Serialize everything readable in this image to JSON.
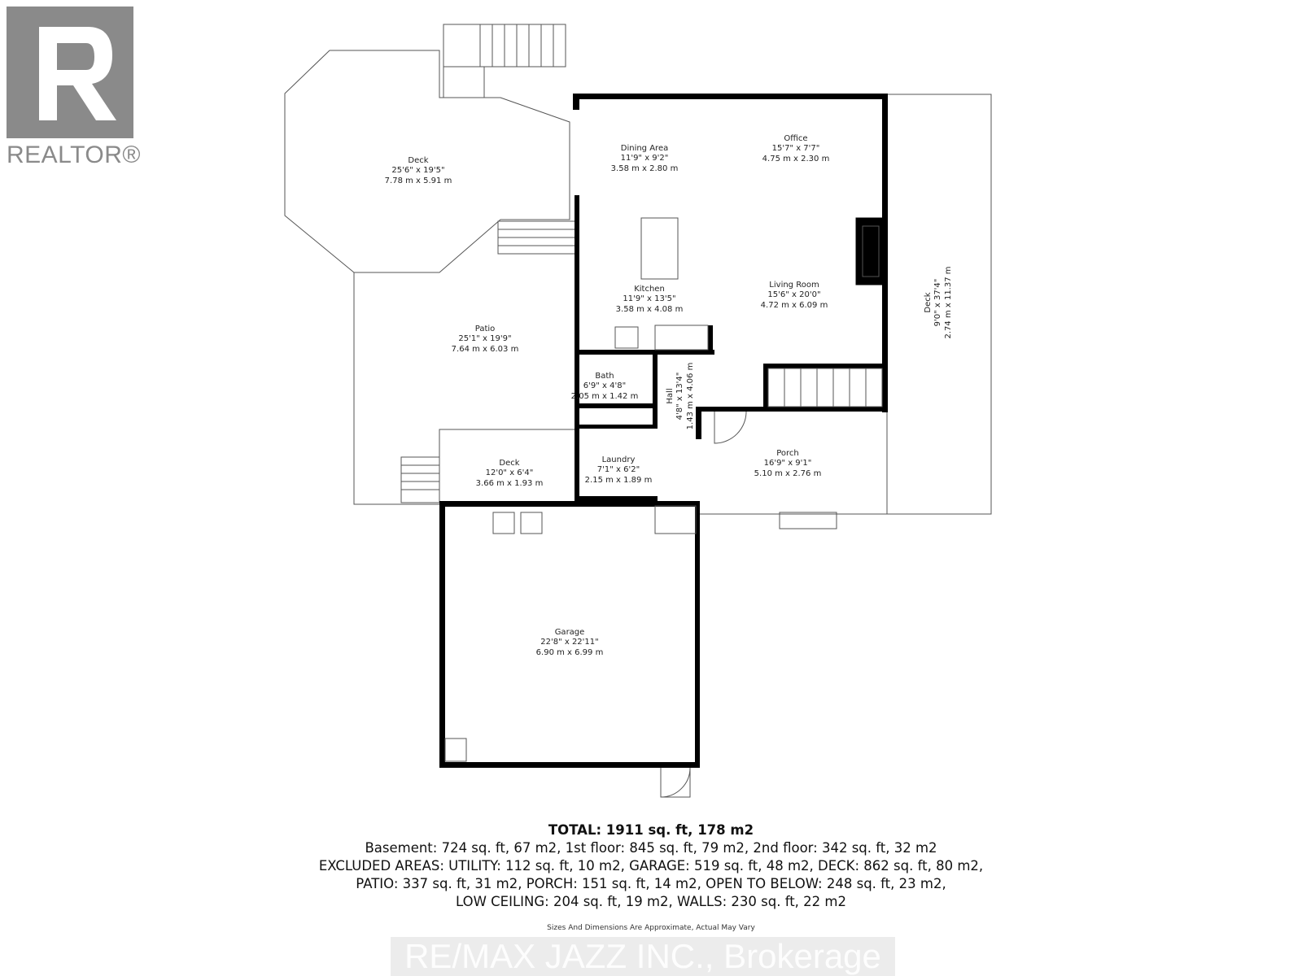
{
  "logo": {
    "text": "REALTOR®"
  },
  "rooms": {
    "deck_octagon": {
      "name": "Deck",
      "ft": "25'6\" x 19'5\"",
      "m": "7.78 m x 5.91 m"
    },
    "dining": {
      "name": "Dining Area",
      "ft": "11'9\" x 9'2\"",
      "m": "3.58 m x 2.80 m"
    },
    "office": {
      "name": "Office",
      "ft": "15'7\" x 7'7\"",
      "m": "4.75 m x 2.30 m"
    },
    "kitchen": {
      "name": "Kitchen",
      "ft": "11'9\" x 13'5\"",
      "m": "3.58 m x 4.08 m"
    },
    "living": {
      "name": "Living Room",
      "ft": "15'6\" x 20'0\"",
      "m": "4.72 m x 6.09 m"
    },
    "deck_right": {
      "name": "Deck",
      "ft": "9'0\" x 37'4\"",
      "m": "2.74 m x 11.37 m"
    },
    "patio": {
      "name": "Patio",
      "ft": "25'1\" x 19'9\"",
      "m": "7.64 m x 6.03 m"
    },
    "bath": {
      "name": "Bath",
      "ft": "6'9\" x 4'8\"",
      "m": "2.05 m x 1.42 m"
    },
    "hall": {
      "name": "Hall",
      "ft": "4'8\" x 13'4\"",
      "m": "1.43 m x 4.06 m"
    },
    "deck_small": {
      "name": "Deck",
      "ft": "12'0\" x 6'4\"",
      "m": "3.66 m x 1.93 m"
    },
    "laundry": {
      "name": "Laundry",
      "ft": "7'1\" x 6'2\"",
      "m": "2.15 m x 1.89 m"
    },
    "porch": {
      "name": "Porch",
      "ft": "16'9\" x 9'1\"",
      "m": "5.10 m x 2.76 m"
    },
    "garage": {
      "name": "Garage",
      "ft": "22'8\" x 22'11\"",
      "m": "6.90 m x 6.99 m"
    }
  },
  "summary": {
    "total": "TOTAL: 1911 sq. ft, 178 m2",
    "line1": "Basement: 724 sq. ft, 67 m2, 1st floor: 845 sq. ft, 79 m2, 2nd floor: 342 sq. ft, 32 m2",
    "line2": "EXCLUDED AREAS: UTILITY: 112 sq. ft, 10 m2, GARAGE: 519 sq. ft, 48 m2, DECK: 862 sq. ft, 80 m2,",
    "line3": "PATIO: 337 sq. ft, 31 m2, PORCH: 151 sq. ft, 14 m2, OPEN TO BELOW: 248 sq. ft, 23 m2,",
    "line4": "LOW CEILING: 204 sq. ft, 19 m2, WALLS: 230 sq. ft, 22 m2",
    "note": "Sizes And Dimensions Are Approximate, Actual May Vary"
  },
  "watermark": "RE/MAX JAZZ INC., Brokerage"
}
